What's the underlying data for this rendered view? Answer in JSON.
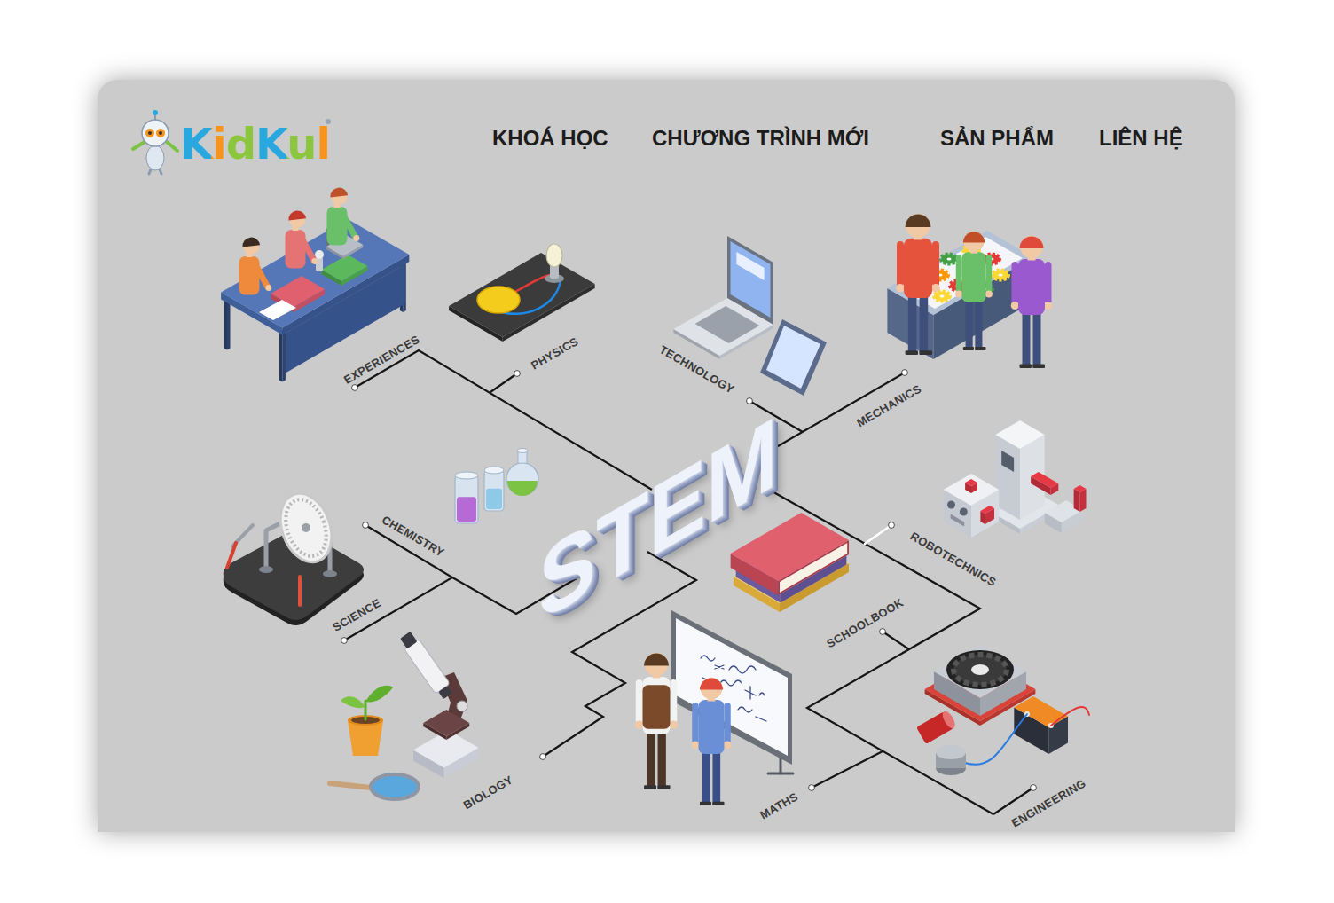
{
  "diagram": {
    "labels": [
      "KidKul",
      "KHOÁ HỌC",
      "CHƯƠNG TRÌNH MỚI",
      "SẢN PHẨM",
      "LIÊN HỆ",
      "EXPERIENCES",
      "PHYSICS",
      "TECHNOLOGY",
      "MECHANICS",
      "STEM",
      "CHEMISTRY",
      "SCIENCE",
      "ROBOTECHNICS",
      "SCHOOLBOOK",
      "BIOLOGY",
      "MATHS",
      "ENGINEERING"
    ]
  }
}
